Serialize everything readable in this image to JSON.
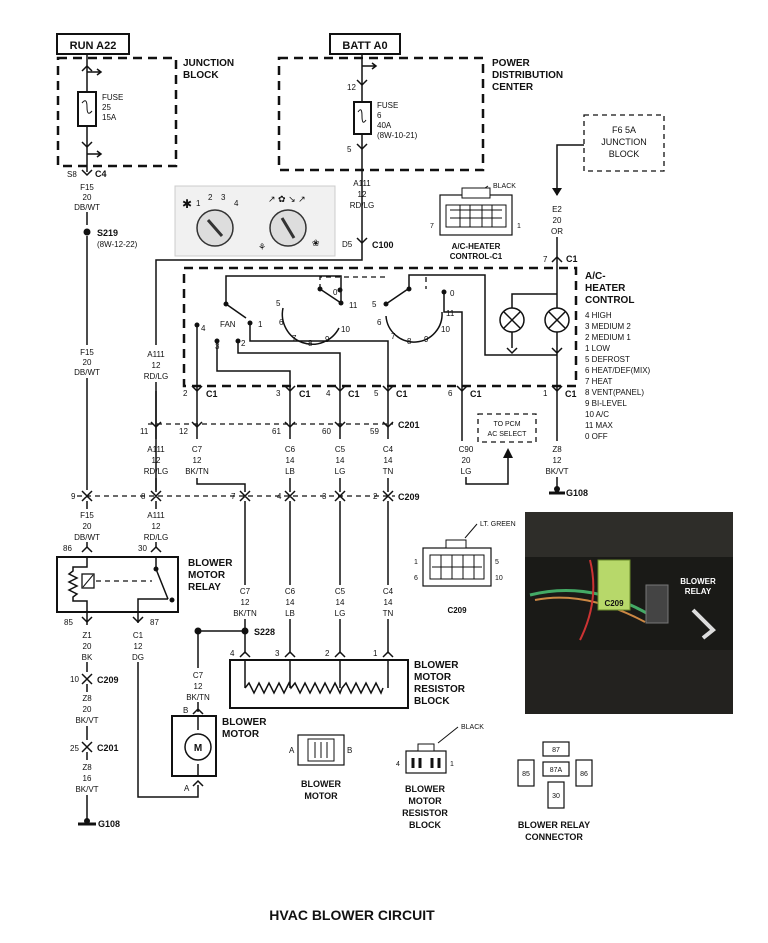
{
  "title": "HVAC BLOWER CIRCUIT",
  "sources": {
    "run": "RUN A22",
    "batt": "BATT A0"
  },
  "junction_block": {
    "label": [
      "JUNCTION",
      "BLOCK"
    ],
    "fuse": [
      "FUSE",
      "25",
      "15A"
    ],
    "pin": "S8",
    "conn": "C4"
  },
  "pdc": {
    "label": [
      "POWER",
      "DISTRIBUTION",
      "CENTER"
    ],
    "pin_top": "12",
    "pin_bot": "5",
    "fuse": [
      "FUSE",
      "6",
      "40A",
      "(8W-10-21)"
    ]
  },
  "f6": [
    "F6 5A",
    "JUNCTION",
    "BLOCK"
  ],
  "wires": {
    "f15_top": [
      "F15",
      "20",
      "DB/WT"
    ],
    "s219": "S219",
    "s219_ref": "(8W-12-22)",
    "a111_top": [
      "A111",
      "12",
      "RD/LG"
    ],
    "d5": "D5",
    "c100": "C100",
    "e2": [
      "E2",
      "20",
      "OR"
    ],
    "f15_mid": [
      "F15",
      "20",
      "DB/WT"
    ],
    "a111_mid": [
      "A111",
      "12",
      "RD/LG"
    ],
    "c1_pins": [
      "2",
      "3",
      "4",
      "5",
      "6",
      "1"
    ],
    "c1": "C1",
    "c201_pins": [
      "11",
      "12",
      "61",
      "60",
      "59"
    ],
    "c201": "C201",
    "a111_low": [
      "A111",
      "12",
      "RD/LG"
    ],
    "c7_low": [
      "C7",
      "12",
      "BK/TN"
    ],
    "c6_low": [
      "C6",
      "14",
      "LB"
    ],
    "c5_low": [
      "C5",
      "14",
      "LG"
    ],
    "c4_low": [
      "C4",
      "14",
      "TN"
    ],
    "c90": [
      "C90",
      "20",
      "LG"
    ],
    "z8_top": [
      "Z8",
      "12",
      "BK/VT"
    ],
    "g108": "G108",
    "pcm": [
      "TO PCM",
      "AC SELECT"
    ],
    "c209_pins": [
      "9",
      "8",
      "7",
      "4",
      "3",
      "2"
    ],
    "c209": "C209",
    "f15_low": [
      "F15",
      "20",
      "DB/WT"
    ],
    "a111_r": [
      "A111",
      "12",
      "RD/LG"
    ],
    "c7_r": [
      "C7",
      "12",
      "BK/TN"
    ],
    "c6_r": [
      "C6",
      "14",
      "LB"
    ],
    "c5_r": [
      "C5",
      "14",
      "LG"
    ],
    "c4_r": [
      "C4",
      "14",
      "TN"
    ],
    "s228": "S228",
    "z1": [
      "Z1",
      "20",
      "BK"
    ],
    "c1_g": [
      "C1",
      "12",
      "DG"
    ],
    "z8_mid": [
      "Z8",
      "20",
      "BK/VT"
    ],
    "z8_low": [
      "Z8",
      "16",
      "BK/VT"
    ],
    "c7_m": [
      "C7",
      "12",
      "BK/TN"
    ]
  },
  "relay": {
    "label": [
      "BLOWER",
      "MOTOR",
      "RELAY"
    ],
    "pins": [
      "86",
      "30",
      "85",
      "87"
    ]
  },
  "blower_motor": {
    "label": [
      "BLOWER",
      "MOTOR"
    ],
    "b": "B",
    "a": "A",
    "symbol": "M"
  },
  "resistor_block": {
    "label": [
      "BLOWER",
      "MOTOR",
      "RESISTOR",
      "BLOCK"
    ],
    "pins": [
      "4",
      "3",
      "2",
      "1"
    ]
  },
  "ac_control": {
    "label": [
      "A/C-",
      "HEATER",
      "CONTROL"
    ],
    "legend": [
      "4 HIGH",
      "3 MEDIUM 2",
      "2 MEDIUM 1",
      "1 LOW",
      "5 DEFROST",
      "6 HEAT/DEF(MIX)",
      "7 HEAT",
      "8 VENT(PANEL)",
      "9 BI-LEVEL",
      "10 A/C",
      "11 MAX",
      "0 OFF"
    ],
    "fan": "FAN",
    "fan_pins": [
      "4",
      "3",
      "2",
      "1"
    ],
    "mode1_pins": [
      "5",
      "0",
      "11",
      "6",
      "7",
      "8",
      "9",
      "10"
    ],
    "mode2_pins": [
      "5",
      "0",
      "6",
      "7",
      "8",
      "9",
      "10",
      "11"
    ],
    "knob_nums": [
      "1",
      "2",
      "3",
      "4"
    ]
  },
  "c1_conn": {
    "label": [
      "A/C-HEATER",
      "CONTROL-C1"
    ],
    "color": "BLACK",
    "pin_l": "7",
    "pin_r": "1"
  },
  "c209_conn": {
    "label": "C209",
    "color": "LT. GREEN",
    "pins": [
      "1",
      "6",
      "5",
      "10"
    ]
  },
  "photo": {
    "c209": "C209",
    "relay": [
      "BLOWER",
      "RELAY"
    ]
  },
  "conn_motor": {
    "label": [
      "BLOWER",
      "MOTOR"
    ],
    "a": "A",
    "b": "B"
  },
  "conn_resistor": {
    "label": [
      "BLOWER",
      "MOTOR",
      "RESISTOR",
      "BLOCK"
    ],
    "color": "BLACK",
    "pin_l": "4",
    "pin_r": "1"
  },
  "conn_relay": {
    "label": [
      "BLOWER RELAY",
      "CONNECTOR"
    ],
    "pins": [
      "87",
      "87A",
      "85",
      "86",
      "30"
    ]
  }
}
